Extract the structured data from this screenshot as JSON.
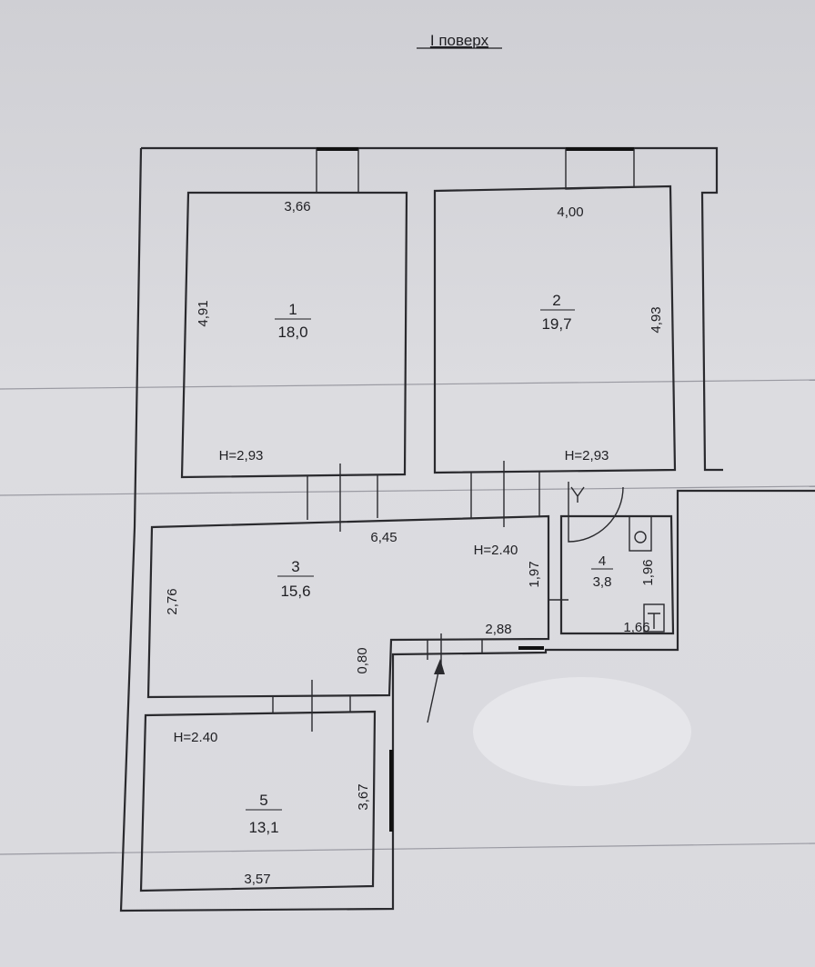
{
  "title": "I поверх",
  "rooms": [
    {
      "number": "1",
      "area": "18,0",
      "height": "H=2,93",
      "width": "3,66",
      "length": "4,91"
    },
    {
      "number": "2",
      "area": "19,7",
      "height": "H=2,93",
      "width": "4,00",
      "length": "4,93"
    },
    {
      "number": "3",
      "area": "15,6",
      "height": "H=2.40",
      "width": "6,45",
      "length": "2,76",
      "dim_right": "1,97",
      "dim_step": "2,88",
      "dim_passage": "0,80"
    },
    {
      "number": "4",
      "area": "3,8",
      "width": "1,66",
      "length": "1,96"
    },
    {
      "number": "5",
      "area": "13,1",
      "height": "H=2.40",
      "width": "3,57",
      "length": "3,67"
    }
  ]
}
